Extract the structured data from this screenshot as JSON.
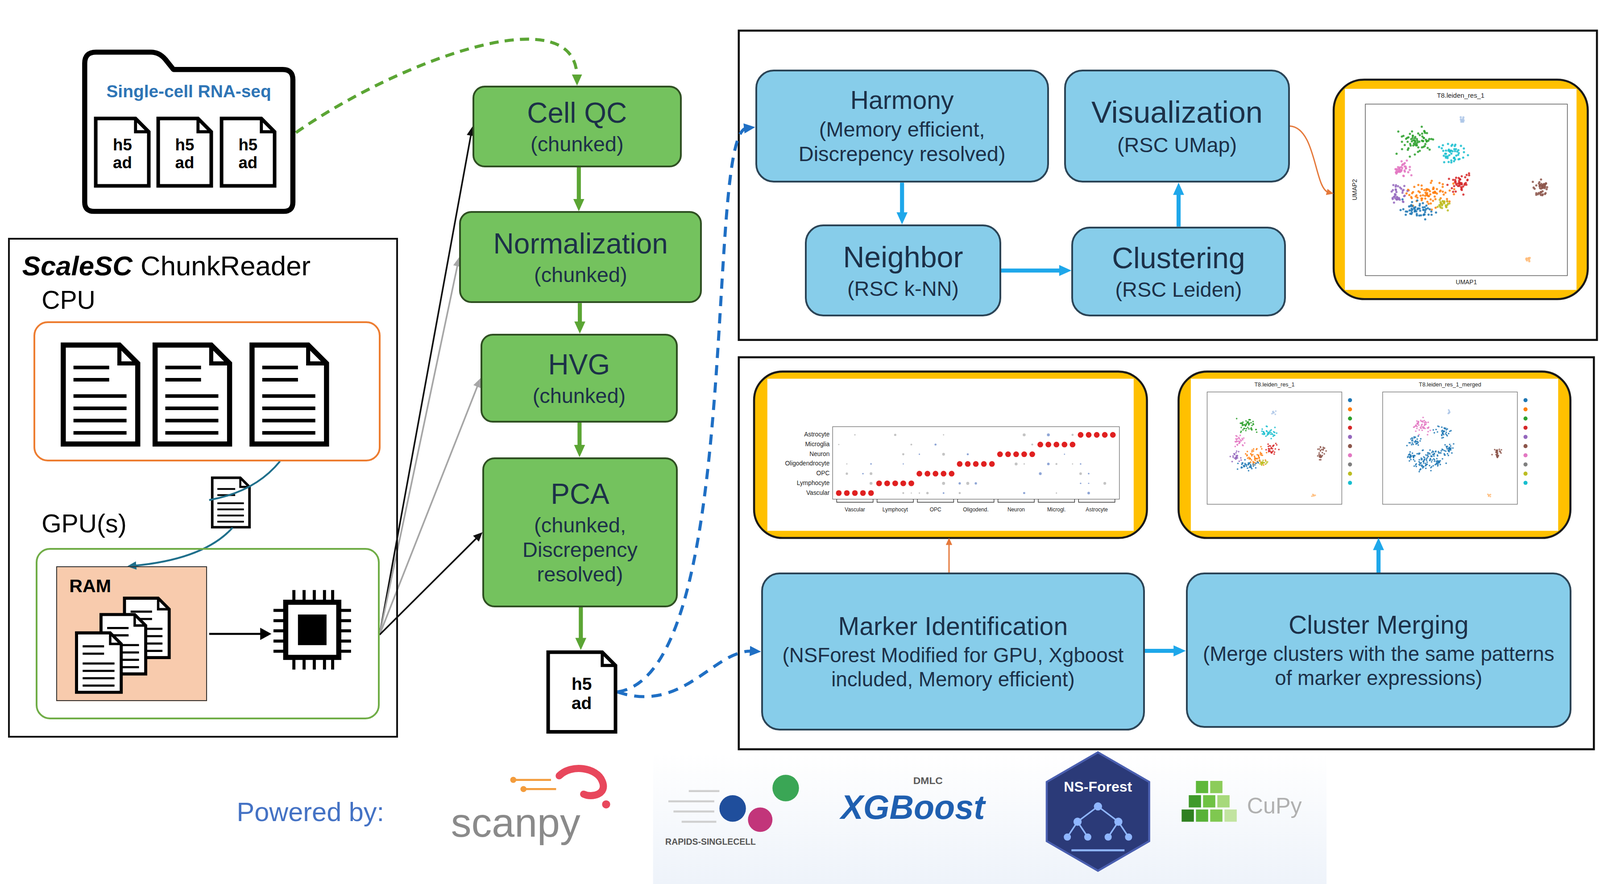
{
  "diagram": {
    "nodes": [
      {
        "text": [
          "Single-cell RNA-seq"
        ]
      },
      {
        "text": [
          "h5 ad"
        ],
        "in": 0
      },
      {
        "text": [
          "h5 ad"
        ],
        "in": 0
      },
      {
        "text": [
          "h5 ad"
        ],
        "in": 0
      },
      {
        "text": [
          "ScaleSC",
          "ChunkReader"
        ]
      },
      {
        "text": [
          "CPU"
        ],
        "in": 4
      },
      {
        "text": [
          "GPU(s)"
        ],
        "in": 4
      },
      {
        "text": [
          "RAM"
        ],
        "in": 6
      },
      {
        "text": [
          "Cell QC",
          "(chunked)"
        ]
      },
      {
        "text": [
          "Normalization",
          "(chunked)"
        ]
      },
      {
        "text": [
          "HVG",
          "(chunked)"
        ]
      },
      {
        "text": [
          "PCA",
          "(chunked, Discrepency resolved)"
        ]
      },
      {
        "text": [
          "h5 ad"
        ]
      },
      {
        "text": [
          "Harmony",
          "(Memory efficient, Discrepency resolved)"
        ]
      },
      {
        "text": [
          "Visualization",
          "(RSC UMap)"
        ]
      },
      {
        "text": [
          "Neighbor",
          "(RSC k-NN)"
        ]
      },
      {
        "text": [
          "Clustering",
          "(RSC Leiden)"
        ]
      },
      {
        "text": [
          "T8.leiden_res_1",
          "UMAP2",
          "UMAP1"
        ]
      },
      {
        "text": [
          "Astrocyte",
          "Microglia",
          "Neuron",
          "Oligodendrocyte",
          "OPC",
          "Lymphocyte",
          "Vascular",
          "Vascular",
          "Lymphocyt",
          "OPC",
          "Oligodend.",
          "Neuron",
          "Microgl.",
          "Astrocyte"
        ]
      },
      {
        "text": [
          "T8.leiden_res_1",
          "T8.leiden_res_1_merged"
        ]
      },
      {
        "text": [
          "Marker Identification",
          "(NSForest Modified for GPU, Xgboost included, Memory efficient)"
        ]
      },
      {
        "text": [
          "Cluster Merging",
          "(Merge clusters with the same patterns of marker expressions)"
        ]
      }
    ],
    "edges": [
      {
        "from": 0,
        "to": 8,
        "arrow": "to"
      },
      {
        "from": 8,
        "to": 9,
        "arrow": "to"
      },
      {
        "from": 9,
        "to": 10,
        "arrow": "to"
      },
      {
        "from": 10,
        "to": 11,
        "arrow": "to"
      },
      {
        "from": 11,
        "to": 12,
        "arrow": "to"
      },
      {
        "from": 6,
        "to": 8,
        "arrow": "to"
      },
      {
        "from": 6,
        "to": 9,
        "arrow": "to"
      },
      {
        "from": 6,
        "to": 10,
        "arrow": "to"
      },
      {
        "from": 6,
        "to": 11,
        "arrow": "to"
      },
      {
        "from": 5,
        "to": 7,
        "arrow": "to"
      },
      {
        "from": 12,
        "to": 13,
        "arrow": "to"
      },
      {
        "from": 12,
        "to": 20,
        "arrow": "to"
      },
      {
        "from": 13,
        "to": 15,
        "arrow": "to"
      },
      {
        "from": 15,
        "to": 16,
        "arrow": "to"
      },
      {
        "from": 16,
        "to": 14,
        "arrow": "to"
      },
      {
        "from": 14,
        "to": 17,
        "arrow": "to"
      },
      {
        "from": 20,
        "to": 18,
        "arrow": "to"
      },
      {
        "from": 20,
        "to": 21,
        "arrow": "to"
      },
      {
        "from": 21,
        "to": 19,
        "arrow": "to"
      }
    ],
    "labels": [
      "Powered by:",
      "scanpy",
      "RAPIDS-SINGLECELL",
      "DMLC",
      "XGBoost",
      "NS-Forest",
      "CuPy"
    ]
  }
}
